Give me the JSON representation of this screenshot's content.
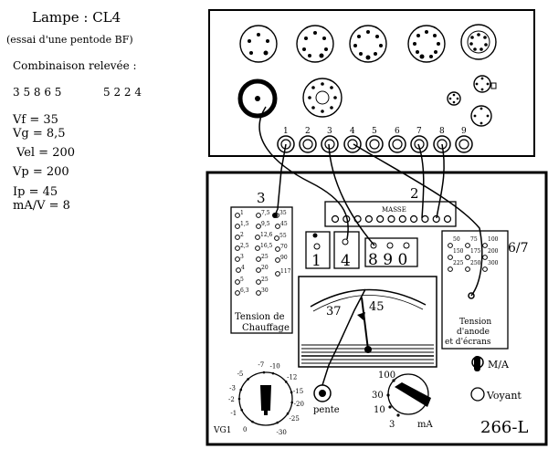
{
  "notes": {
    "title": "Lampe  :  CL4",
    "subtitle": "(essai d'une pentode BF)",
    "combo_label": "Combinaison  relevée  :",
    "combo_a": "3  5  8  6  5",
    "combo_b": "5  2  2  4",
    "values": [
      "Vf  =  35",
      "Vg  =  8,5",
      "Vel  =  200",
      "Vp  =  200",
      "Ip  =  45",
      "mA/V  =  8"
    ]
  },
  "panel": {
    "socket_numbers": [
      "1",
      "2",
      "3",
      "4",
      "5",
      "6",
      "7",
      "8",
      "9"
    ],
    "section_3": "3",
    "section_2": "2",
    "section_67": "6/7",
    "masse": "MASSE",
    "chauffage_scale": [
      "1",
      "7,5",
      "1,5",
      "9,5",
      "2",
      "12,6",
      "2,5",
      "16,5",
      "3",
      "25",
      "4",
      "20",
      "5",
      "25",
      "6,3",
      "30",
      "35",
      "45",
      "55",
      "70",
      "90",
      "117"
    ],
    "tension_chauffage": [
      "Tension   de",
      "Chauffage"
    ],
    "box_a": "1",
    "box_b": "4",
    "box_c": "8 9 0",
    "anode_scale": [
      "50",
      "75",
      "100",
      "150",
      "175",
      "200",
      "225",
      "250",
      "300"
    ],
    "tension_anode": [
      "Tension",
      "d'anode",
      "et  d'écrans"
    ],
    "meter_37": "37",
    "meter_45": "45",
    "ma_label": "M/A",
    "voyant_label": "Voyant",
    "vg1_label": "VG1",
    "vg1_scale": [
      "-7",
      "-10",
      "-5",
      "-12",
      "-3",
      "-15",
      "-2",
      "-20",
      "-1",
      "-25",
      "0",
      "-30"
    ],
    "pente_label": "pente",
    "ma_scale": [
      "100",
      "30",
      "10",
      "3"
    ],
    "ma_unit": "mA",
    "model": "266-L"
  }
}
